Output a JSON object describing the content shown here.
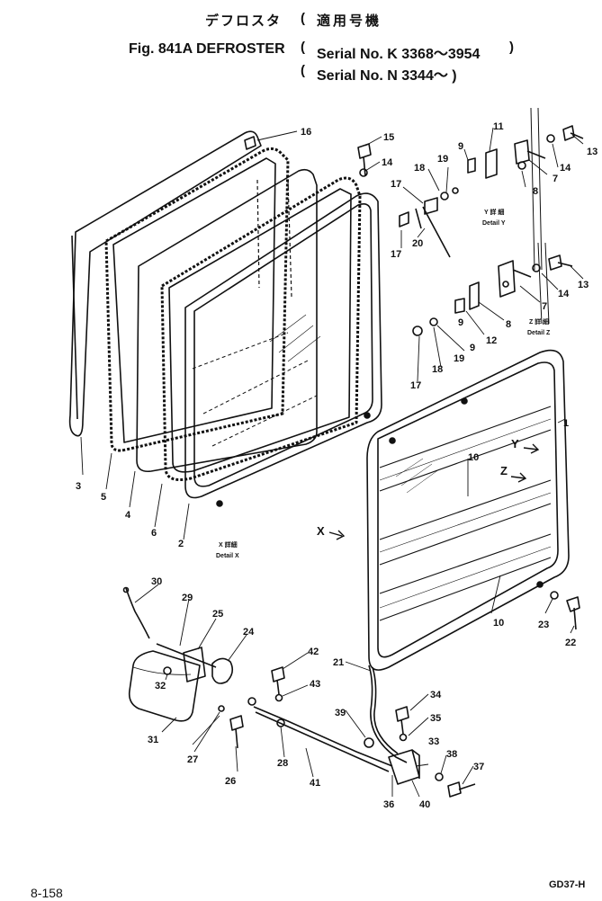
{
  "header": {
    "japanese_title": "デフロスタ",
    "applicable_machines": "適用号機",
    "figure": "Fig. 841A DEFROSTER",
    "serial_1": "Serial No. K 3368～3954",
    "serial_2": "Serial No. N 3344～ )",
    "open_paren": "(",
    "close_paren": ")"
  },
  "footer": {
    "page": "8-158",
    "code": "GD37-H"
  },
  "details": {
    "x": {
      "jp": "X 詳細",
      "label": "Detail X"
    },
    "y": {
      "jp": "Y 詳 細",
      "label": "Detail Y"
    },
    "z": {
      "jp": "Z 詳 細",
      "label": "Detail Z"
    }
  },
  "view_arrows": {
    "x": "X",
    "y": "Y",
    "z": "Z"
  },
  "parts": [
    {
      "n": "1"
    },
    {
      "n": "2"
    },
    {
      "n": "3"
    },
    {
      "n": "4"
    },
    {
      "n": "5"
    },
    {
      "n": "6"
    },
    {
      "n": "7"
    },
    {
      "n": "7"
    },
    {
      "n": "8"
    },
    {
      "n": "8"
    },
    {
      "n": "9"
    },
    {
      "n": "9"
    },
    {
      "n": "9"
    },
    {
      "n": "10"
    },
    {
      "n": "10"
    },
    {
      "n": "11"
    },
    {
      "n": "12"
    },
    {
      "n": "13"
    },
    {
      "n": "13"
    },
    {
      "n": "14"
    },
    {
      "n": "14"
    },
    {
      "n": "14"
    },
    {
      "n": "15"
    },
    {
      "n": "16"
    },
    {
      "n": "17"
    },
    {
      "n": "17"
    },
    {
      "n": "17"
    },
    {
      "n": "18"
    },
    {
      "n": "18"
    },
    {
      "n": "19"
    },
    {
      "n": "19"
    },
    {
      "n": "20"
    },
    {
      "n": "21"
    },
    {
      "n": "22"
    },
    {
      "n": "23"
    },
    {
      "n": "24"
    },
    {
      "n": "25"
    },
    {
      "n": "26"
    },
    {
      "n": "27"
    },
    {
      "n": "28"
    },
    {
      "n": "29"
    },
    {
      "n": "30"
    },
    {
      "n": "31"
    },
    {
      "n": "32"
    },
    {
      "n": "33"
    },
    {
      "n": "34"
    },
    {
      "n": "35"
    },
    {
      "n": "36"
    },
    {
      "n": "37"
    },
    {
      "n": "38"
    },
    {
      "n": "39"
    },
    {
      "n": "40"
    },
    {
      "n": "41"
    },
    {
      "n": "42"
    },
    {
      "n": "43"
    }
  ]
}
